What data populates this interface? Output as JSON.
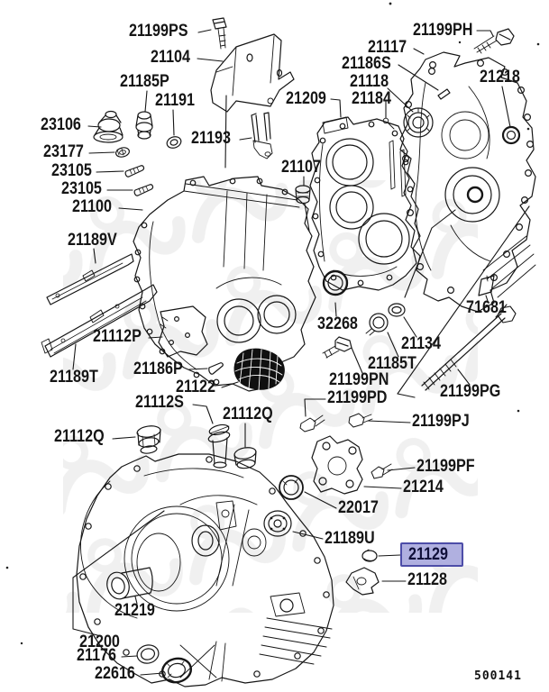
{
  "diagram": {
    "footer_code": "500141",
    "selected_part": "21129",
    "labels": [
      {
        "text": "21199PS"
      },
      {
        "text": "21104"
      },
      {
        "text": "21199PH"
      },
      {
        "text": "21117"
      },
      {
        "text": "21186S"
      },
      {
        "text": "21185P"
      },
      {
        "text": "21118"
      },
      {
        "text": "21218"
      },
      {
        "text": "21191"
      },
      {
        "text": "21184"
      },
      {
        "text": "21209"
      },
      {
        "text": "23106"
      },
      {
        "text": "21193"
      },
      {
        "text": "23177"
      },
      {
        "text": "21107"
      },
      {
        "text": "23105"
      },
      {
        "text": "23105"
      },
      {
        "text": "21100"
      },
      {
        "text": "21189V"
      },
      {
        "text": "71681"
      },
      {
        "text": "32268"
      },
      {
        "text": "21112P"
      },
      {
        "text": "21134"
      },
      {
        "text": "21185T"
      },
      {
        "text": "21186P"
      },
      {
        "text": "21189T"
      },
      {
        "text": "21199PN"
      },
      {
        "text": "21122"
      },
      {
        "text": "21199PG"
      },
      {
        "text": "21199PD"
      },
      {
        "text": "21112S"
      },
      {
        "text": "21112Q"
      },
      {
        "text": "21199PJ"
      },
      {
        "text": "21112Q"
      },
      {
        "text": "21199PF"
      },
      {
        "text": "21214"
      },
      {
        "text": "22017"
      },
      {
        "text": "21189U"
      },
      {
        "text": "21129"
      },
      {
        "text": "21128"
      },
      {
        "text": "21219"
      },
      {
        "text": "21200"
      },
      {
        "text": "21176"
      },
      {
        "text": "22616"
      }
    ]
  },
  "colors": {
    "background": "#ffffff",
    "line_color": "#161616",
    "highlight_fill": "#b0b0e0",
    "highlight_border": "#4d4da8",
    "highlight_text": "#10103a",
    "watermark": "#e4e4e4"
  }
}
